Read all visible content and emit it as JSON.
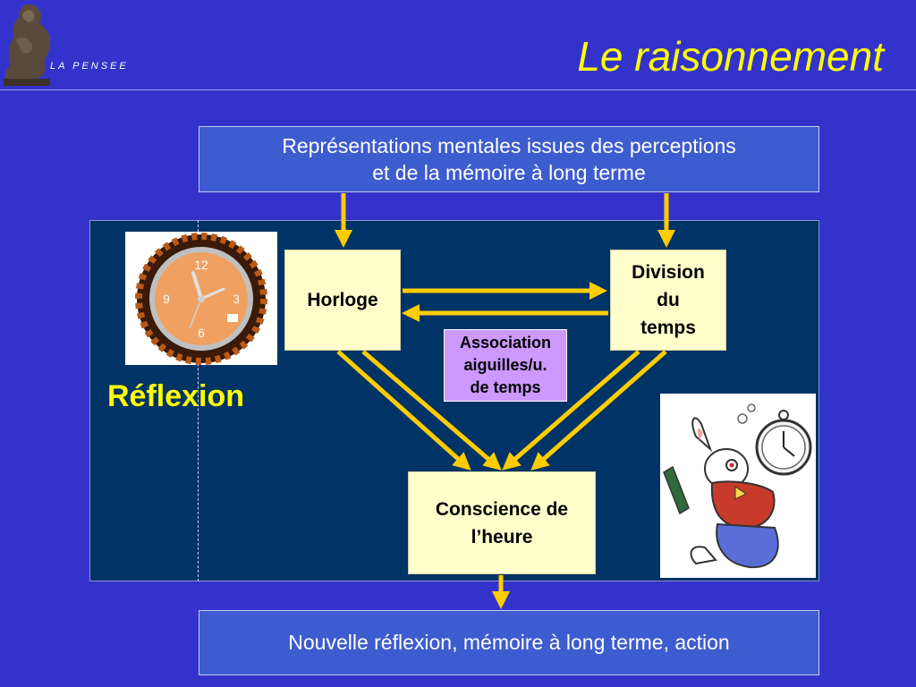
{
  "header": {
    "logo_text": "LA PENSEE",
    "title": "Le raisonnement"
  },
  "boxes": {
    "top": [
      "Représentations mentales issues des perceptions",
      "et de la mémoire à long terme"
    ],
    "horloge": "Horloge",
    "division": [
      "Division",
      "du",
      "temps"
    ],
    "association": [
      "Association",
      "aiguilles/u.",
      "de temps"
    ],
    "conscience": [
      "Conscience de",
      "l’heure"
    ],
    "bottom": "Nouvelle réflexion, mémoire à long terme, action"
  },
  "side_label": "Réflexion",
  "colors": {
    "background": "#3333cc",
    "panel": "#003366",
    "title": "#ffff00",
    "arrow": "#ffcc00",
    "yellow_box": "#ffffcc",
    "purple_box": "#cc99ff"
  },
  "images": {
    "left": "watch-icon",
    "right": "white-rabbit-icon",
    "logo": "thinker-statue-icon"
  }
}
